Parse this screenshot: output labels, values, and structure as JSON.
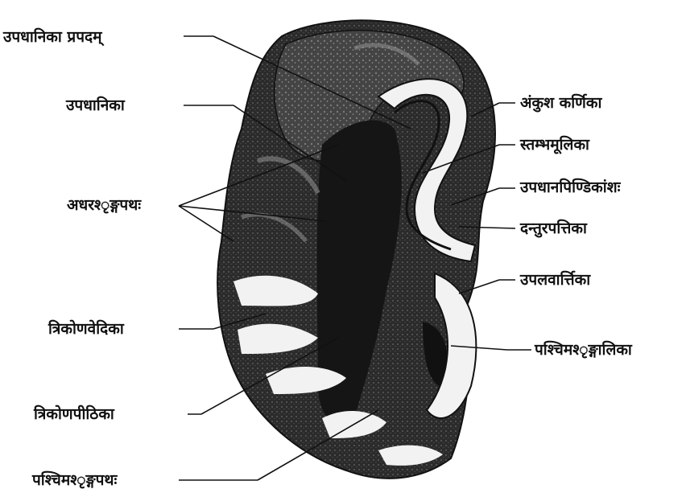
{
  "labels": {
    "upadhanika_prapadam": "उपधानिका प्रपदम्",
    "upadhanika": "उपधानिका",
    "adhara_shringapathah": "अधरश्‍ृङ्गपथः",
    "trikonavedika": "त्रिकोणवेदिका",
    "trikonapithika": "त्रिकोणपीठिका",
    "pashchima_shringapathah": "पश्चिमश्‍ृङ्गपथः",
    "ankusha_karnika": "अंकुश कर्णिका",
    "stambhamulika": "स्तम्भमूलिका",
    "upadhanapindikamshah": "उपधानपिण्डिकांशः",
    "danturapattika": "दन्तुरपत्तिका",
    "upalavartika": "उपलवार्त्तिका",
    "pashchima_shringalika": "पश्चिमश्‍ृङ्गालिका"
  },
  "colors": {
    "ink": "#111111",
    "tissue_dark": "#1a1a1a",
    "tissue_mid": "#3a3a3a",
    "tissue_light": "#f2f2f2"
  }
}
